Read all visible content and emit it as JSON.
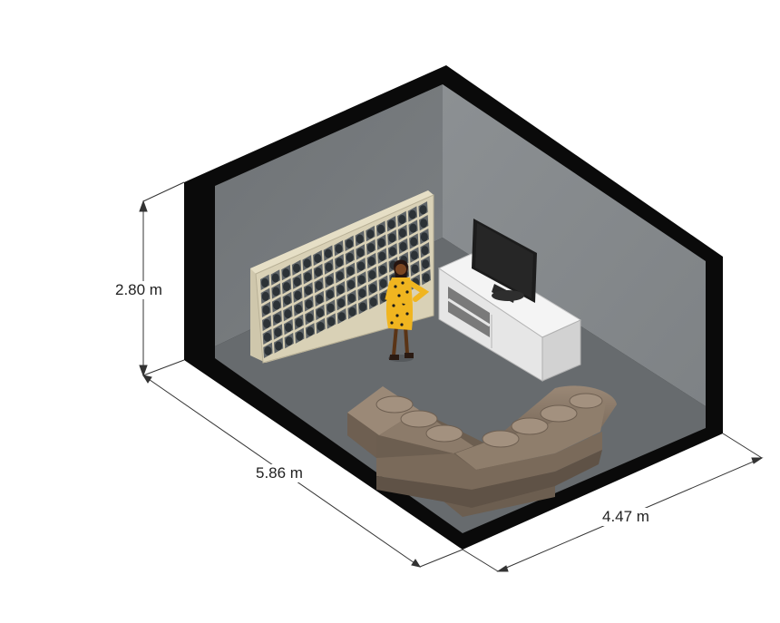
{
  "diagram": {
    "type": "isometric room floor plan",
    "dimensions": {
      "height": "2.80 m",
      "length": "5.86 m",
      "width": "4.47 m"
    },
    "objects": [
      "shelving-unit",
      "person",
      "tv-stand",
      "television",
      "sectional-sofa"
    ],
    "colors": {
      "wall_cut": "#0a0a0a",
      "wall_left": "#74787b",
      "wall_back": "#8a8e91",
      "floor": "#676b6e",
      "shelf": "#d7cfb4",
      "sofa": "#8a7866",
      "dress": "#f0b520",
      "tv_stand": "#f2f2f2",
      "tv": "#1c1c1c",
      "dimension_line": "#333333"
    }
  }
}
